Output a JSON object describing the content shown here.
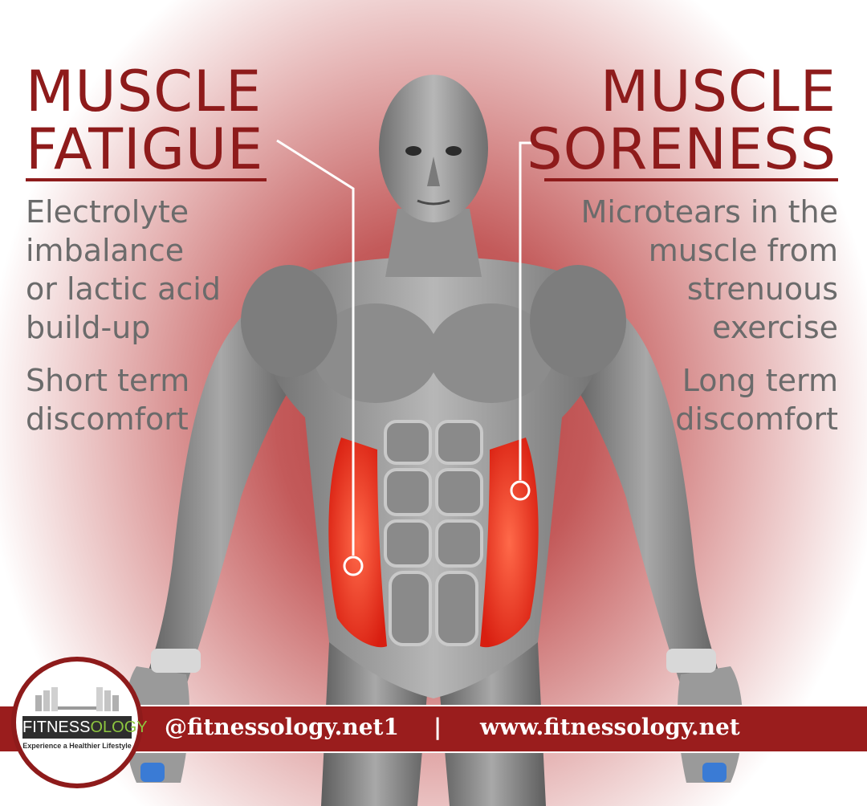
{
  "left_panel": {
    "title_lines": [
      "MUSCLE",
      "FATIGUE"
    ],
    "description_lines": [
      "Electrolyte",
      "imbalance",
      "or lactic acid",
      "build-up"
    ],
    "duration_lines": [
      "Short term",
      "discomfort"
    ]
  },
  "right_panel": {
    "title_lines": [
      "MUSCLE",
      "SORENESS"
    ],
    "description_lines": [
      "Microtears in the",
      "muscle from",
      "strenuous",
      "exercise"
    ],
    "duration_lines": [
      "Long term",
      "discomfort"
    ]
  },
  "footer": {
    "handle": "@fitnessology.net1",
    "separator": "|",
    "website": "www.fitnessology.net"
  },
  "logo": {
    "word_part1": "FITNESS",
    "word_part2": "OLOGY",
    "tagline": "Experience a Healthier Lifestyle"
  },
  "colors": {
    "heading": "#8e1b1b",
    "body_text": "#6b6b6b",
    "footer_bar": "#9a1d1d",
    "highlight_muscle": "#e8321f",
    "logo_accent": "#8dc63f"
  }
}
